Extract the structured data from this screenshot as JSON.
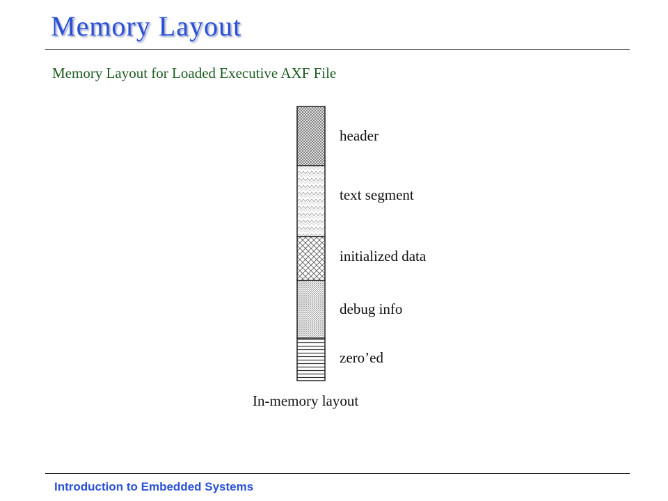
{
  "slide": {
    "title": "Memory Layout",
    "subtitle": "Memory Layout for Loaded Executive AXF File",
    "footer": "Introduction to Embedded Systems"
  },
  "diagram": {
    "segments": [
      {
        "label": "header",
        "pattern": "crosshatch-fine"
      },
      {
        "label": "text segment",
        "pattern": "zigzag"
      },
      {
        "label": "initialized data",
        "pattern": "crosshatch-open"
      },
      {
        "label": "debug info",
        "pattern": "dots-dense"
      },
      {
        "label": "zero’ed",
        "pattern": "horizontal-lines"
      }
    ],
    "caption": "In-memory layout"
  }
}
